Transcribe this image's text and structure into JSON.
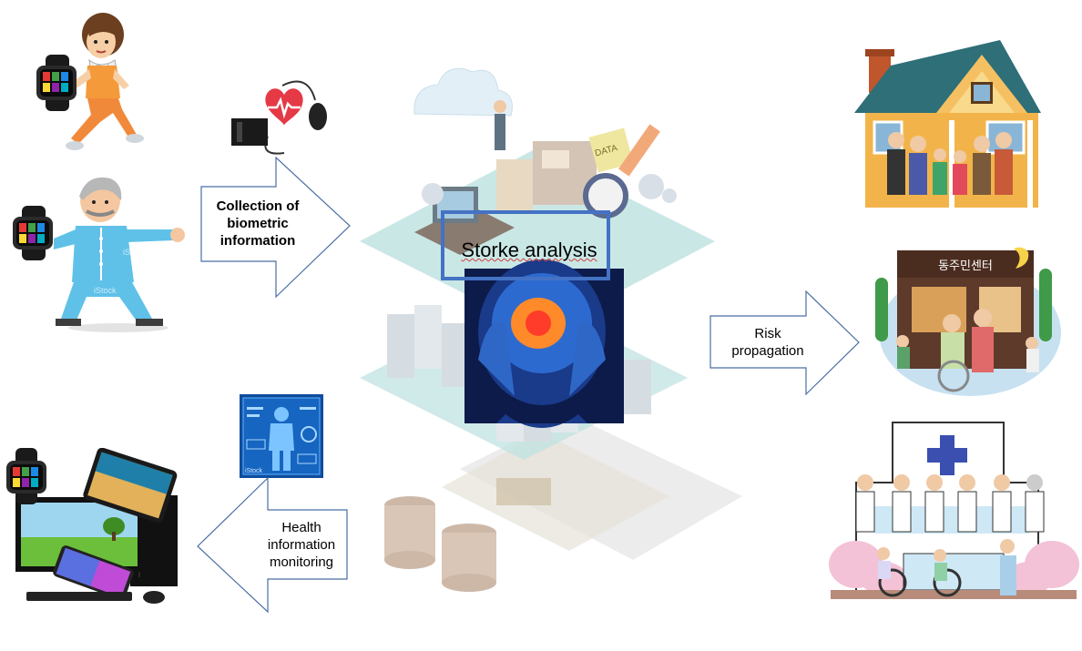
{
  "diagram": {
    "center_label": "Storke analysis",
    "arrows": {
      "collection": "Collection of biometric information",
      "risk": "Risk propagation",
      "health": "Health information monitoring"
    },
    "images": {
      "left_top": "woman-jogging-with-smartwatch",
      "left_middle": "elderly-man-tai-chi-with-smartwatch",
      "left_bottom": "devices-smartwatch-tablet-desktop-phone",
      "blood_pressure": "blood-pressure-monitor-heart-icon",
      "health_monitor": "health-monitoring-screen-icon",
      "center": "isometric-data-center-with-brain",
      "right_top": "family-in-front-of-house",
      "right_middle": "community-center-elderly-care",
      "right_bottom": "hospital-with-medical-staff-and-patients"
    },
    "watermark": "iStock",
    "korean_sign": "동주민센터"
  }
}
